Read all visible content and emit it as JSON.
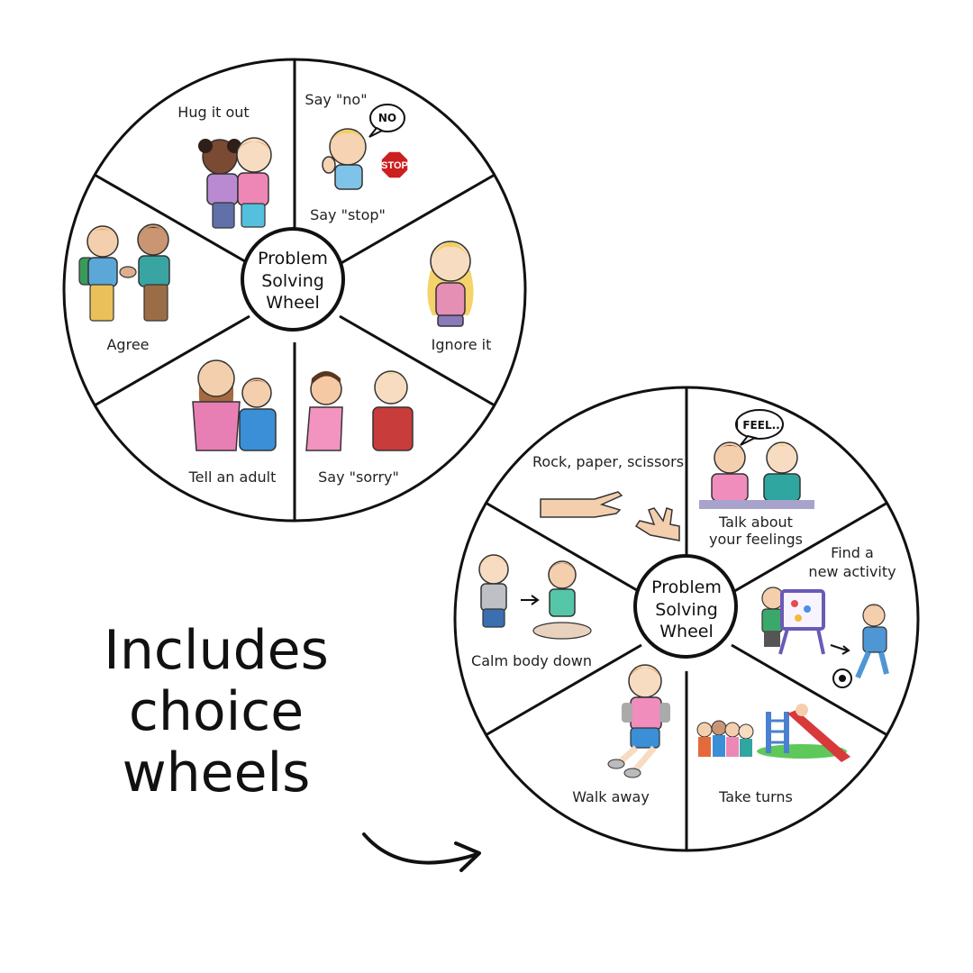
{
  "wheel1": {
    "center": [
      "Problem",
      "Solving",
      "Wheel"
    ],
    "segments": [
      {
        "label": "Say \"no\"",
        "label2": "Say \"stop\"",
        "bubble": "NO",
        "sign": "STOP"
      },
      {
        "label": "Ignore it"
      },
      {
        "label": "Say \"sorry\""
      },
      {
        "label": "Tell an adult"
      },
      {
        "label": "Agree"
      },
      {
        "label": "Hug it out"
      }
    ]
  },
  "wheel2": {
    "center": [
      "Problem",
      "Solving",
      "Wheel"
    ],
    "segments": [
      {
        "label": "Talk about",
        "label2": "your feelings",
        "bubble": "I FEEL..."
      },
      {
        "label": "Find a",
        "label2": "new activity"
      },
      {
        "label": "Take turns"
      },
      {
        "label": "Walk away"
      },
      {
        "label": "Calm body down"
      },
      {
        "label": "Rock, paper, scissors"
      }
    ]
  },
  "caption": [
    "Includes",
    "choice",
    "wheels"
  ],
  "colors": {
    "outline": "#111111",
    "stop_sign": "#cc1f1f",
    "background": "#ffffff"
  }
}
